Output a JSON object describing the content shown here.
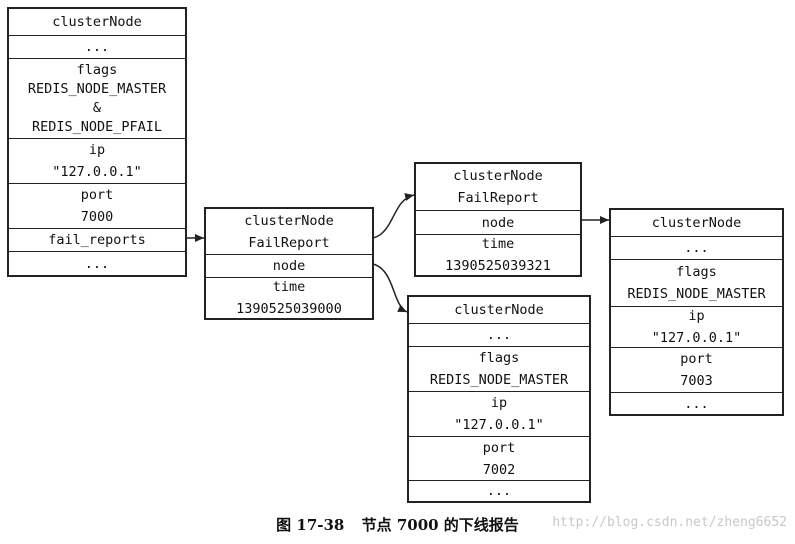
{
  "node7000": {
    "title": "clusterNode",
    "dots1": "...",
    "flags_label": "flags",
    "flags_value1": "REDIS_NODE_MASTER",
    "flags_amp": "&",
    "flags_value2": "REDIS_NODE_PFAIL",
    "ip_label": "ip",
    "ip_value": "\"127.0.0.1\"",
    "port_label": "port",
    "port_value": "7000",
    "fail_reports": "fail_reports",
    "dots2": "..."
  },
  "report1": {
    "title1": "clusterNode",
    "title2": "FailReport",
    "node": "node",
    "time_label": "time",
    "time_value": "1390525039000"
  },
  "report2": {
    "title1": "clusterNode",
    "title2": "FailReport",
    "node": "node",
    "time_label": "time",
    "time_value": "1390525039321"
  },
  "node7002": {
    "title": "clusterNode",
    "dots1": "...",
    "flags_label": "flags",
    "flags_value": "REDIS_NODE_MASTER",
    "ip_label": "ip",
    "ip_value": "\"127.0.0.1\"",
    "port_label": "port",
    "port_value": "7002",
    "dots2": "..."
  },
  "node7003": {
    "title": "clusterNode",
    "dots1": "...",
    "flags_label": "flags",
    "flags_value": "REDIS_NODE_MASTER",
    "ip_label": "ip",
    "ip_value": "\"127.0.0.1\"",
    "port_label": "port",
    "port_value": "7003",
    "dots2": "..."
  },
  "caption": {
    "figure": "图 17-38",
    "text": "节点 7000 的下线报告"
  },
  "watermark": "http://blog.csdn.net/zheng6652"
}
